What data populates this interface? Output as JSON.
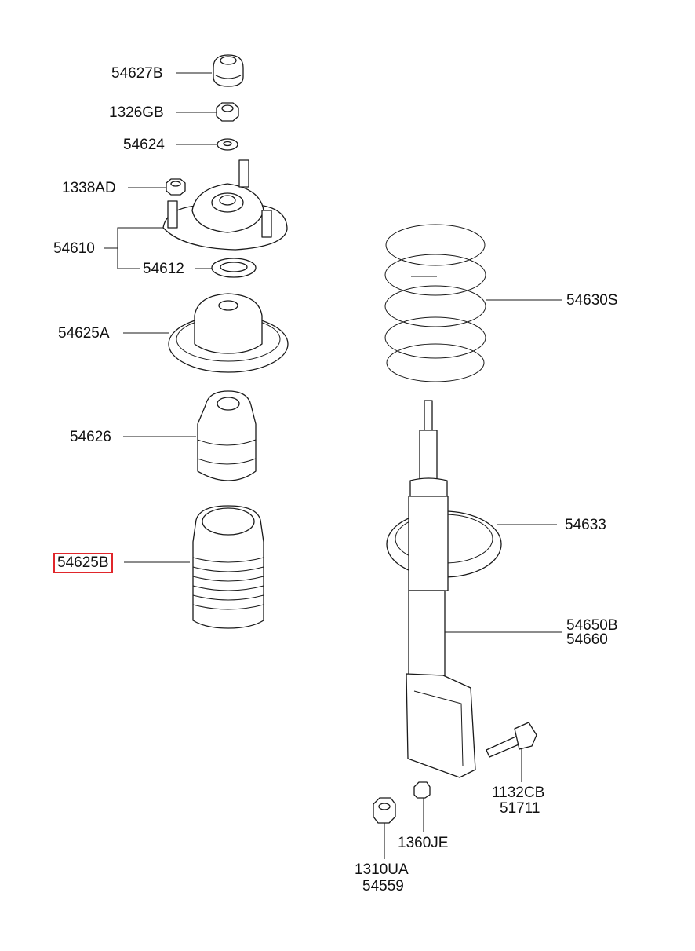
{
  "diagram": {
    "highlight_color": "#e0262b",
    "labels": {
      "p54627B": "54627B",
      "p1326GB": "1326GB",
      "p54624": "54624",
      "p1338AD": "1338AD",
      "p54610": "54610",
      "p54612": "54612",
      "p54625A": "54625A",
      "p54626": "54626",
      "p54625B": "54625B",
      "p54630S": "54630S",
      "p54633": "54633",
      "p54650B": "54650B",
      "p54660": "54660",
      "p1132CB": "1132CB",
      "p51711": "51711",
      "p1360JE": "1360JE",
      "p1310UA": "1310UA",
      "p54559": "54559"
    }
  }
}
